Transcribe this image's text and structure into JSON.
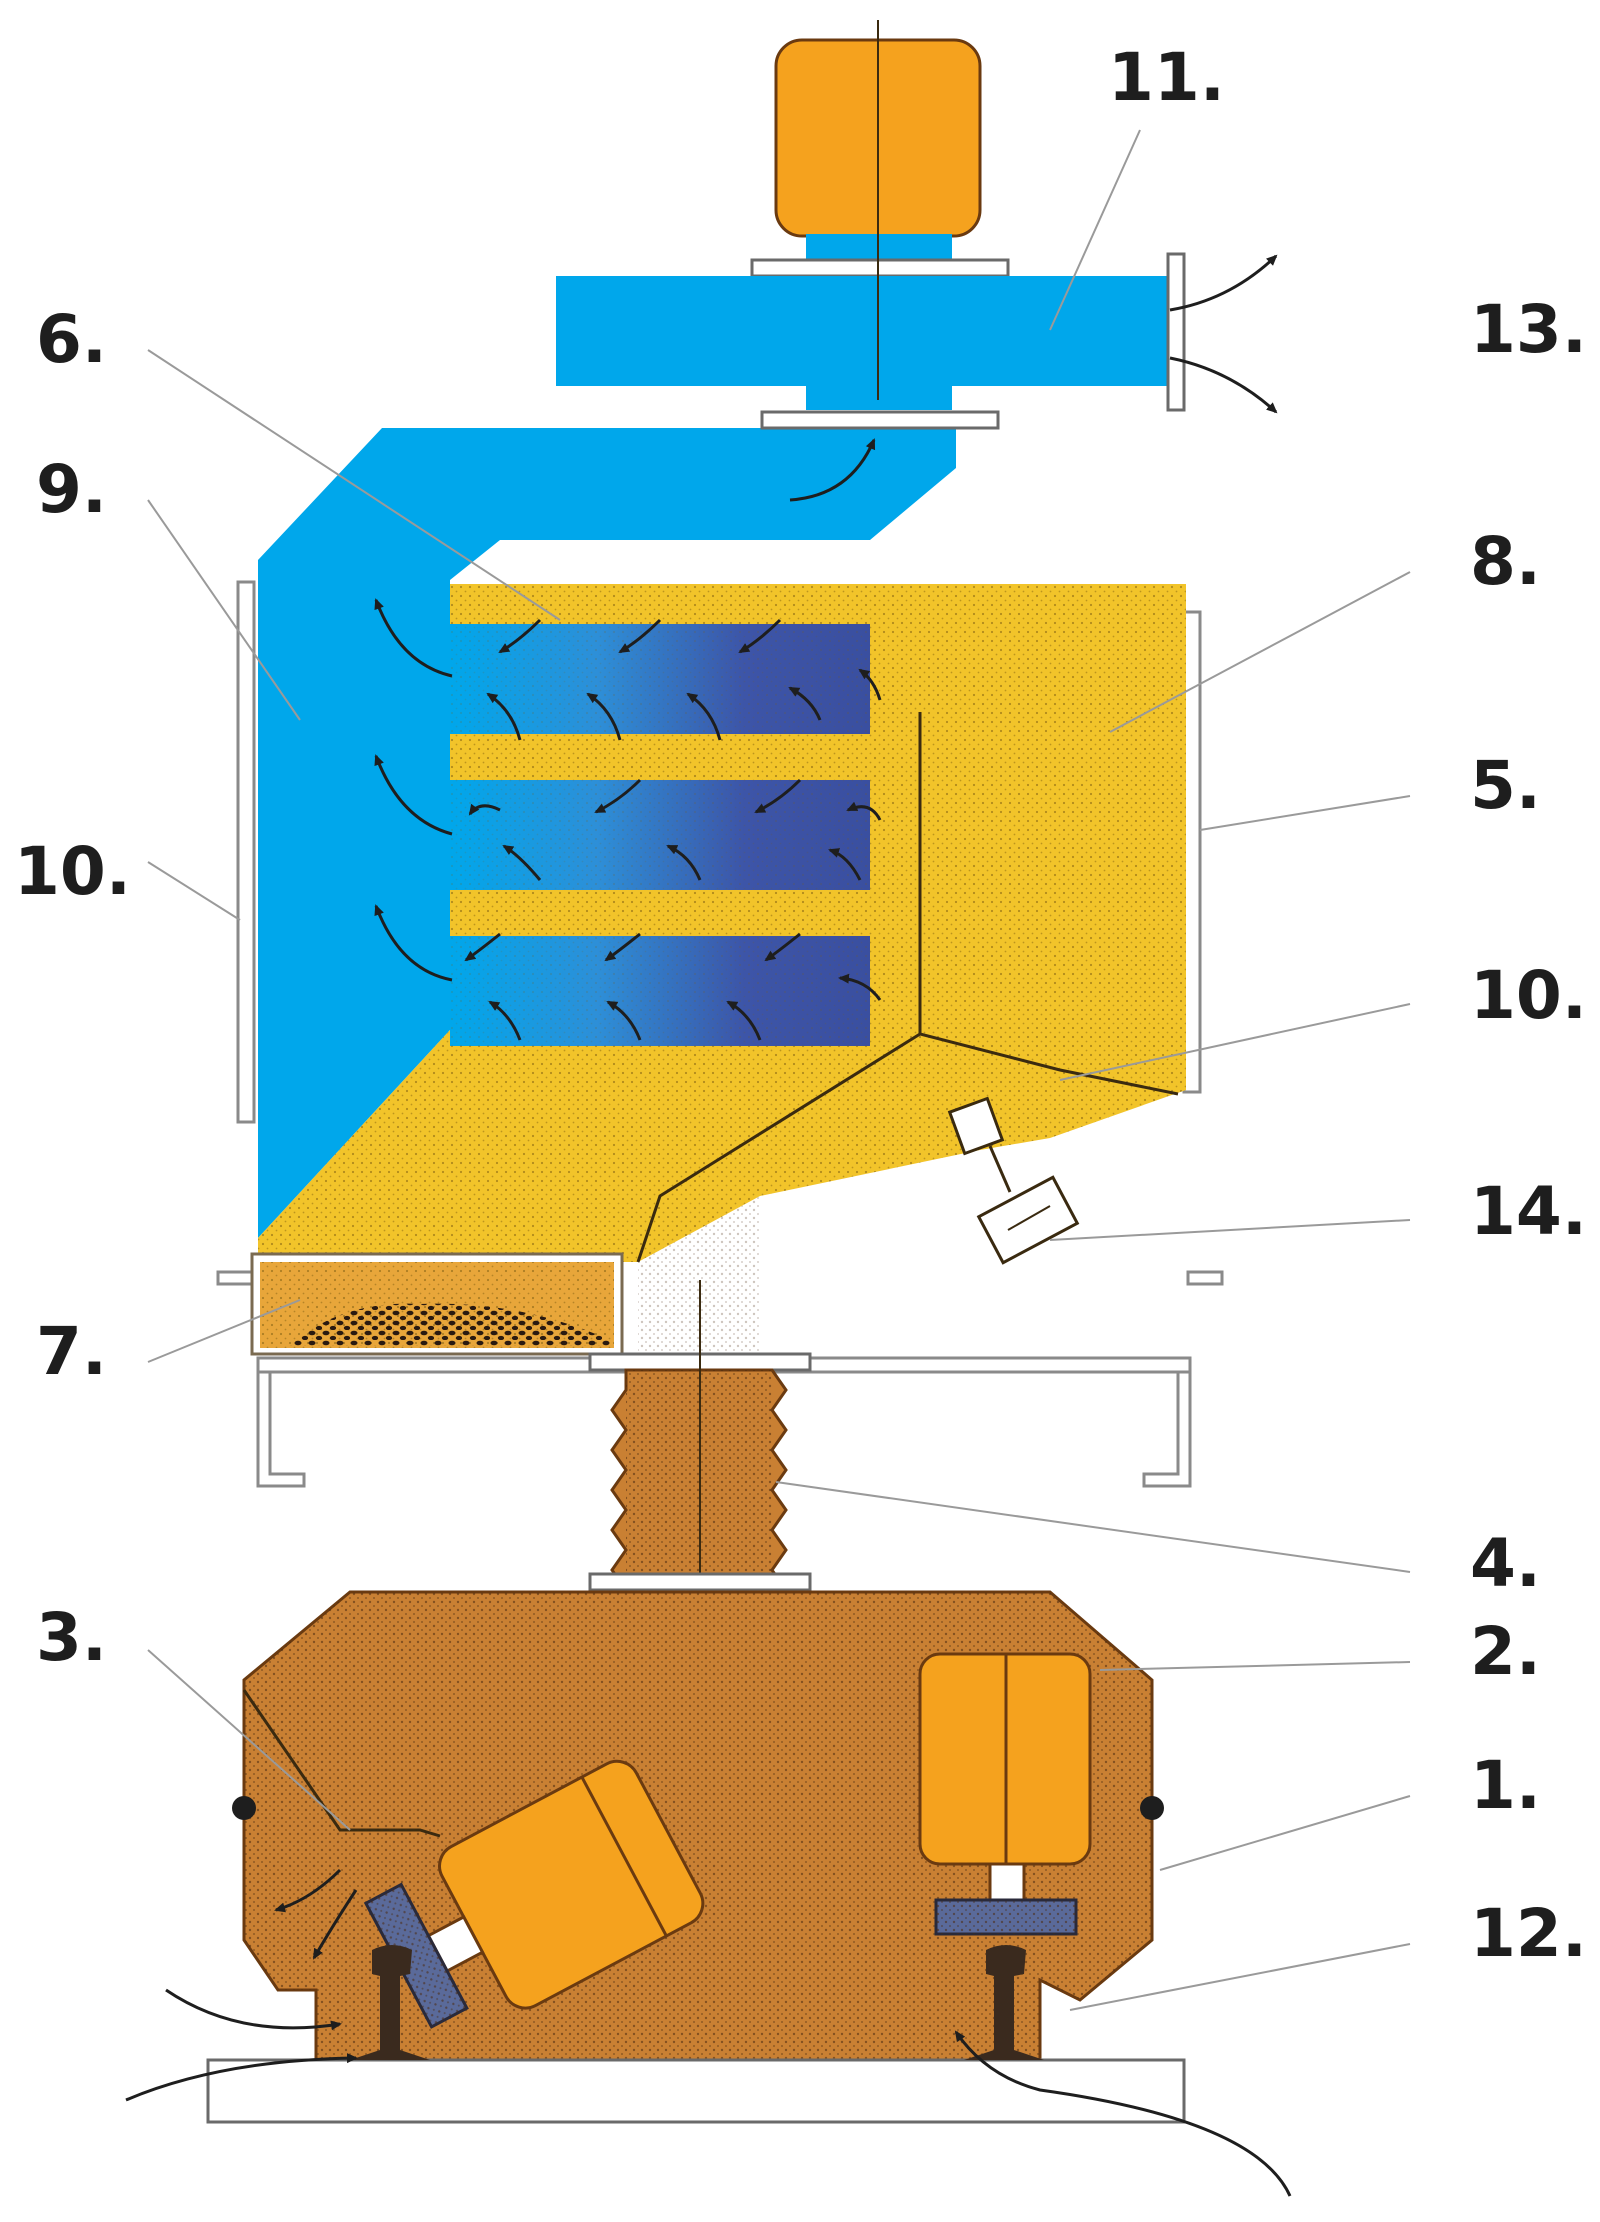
{
  "callouts": {
    "n1": "1.",
    "n2": "2.",
    "n3": "3.",
    "n4": "4.",
    "n5": "5.",
    "n6": "6.",
    "n7": "7.",
    "n8": "8.",
    "n9": "9.",
    "n10_left": "10.",
    "n10_right": "10.",
    "n11": "11.",
    "n12": "12.",
    "n13": "13.",
    "n14": "14."
  },
  "colors": {
    "duct_blue": "#00a7eb",
    "filter_dark_blue": "#3d55a8",
    "sand_yellow": "#f2c42a",
    "motor_orange": "#f5a21e",
    "machine_brown": "#c98033",
    "rail_dark": "#3a2a1e",
    "frame_grey": "#8a8a8a"
  }
}
